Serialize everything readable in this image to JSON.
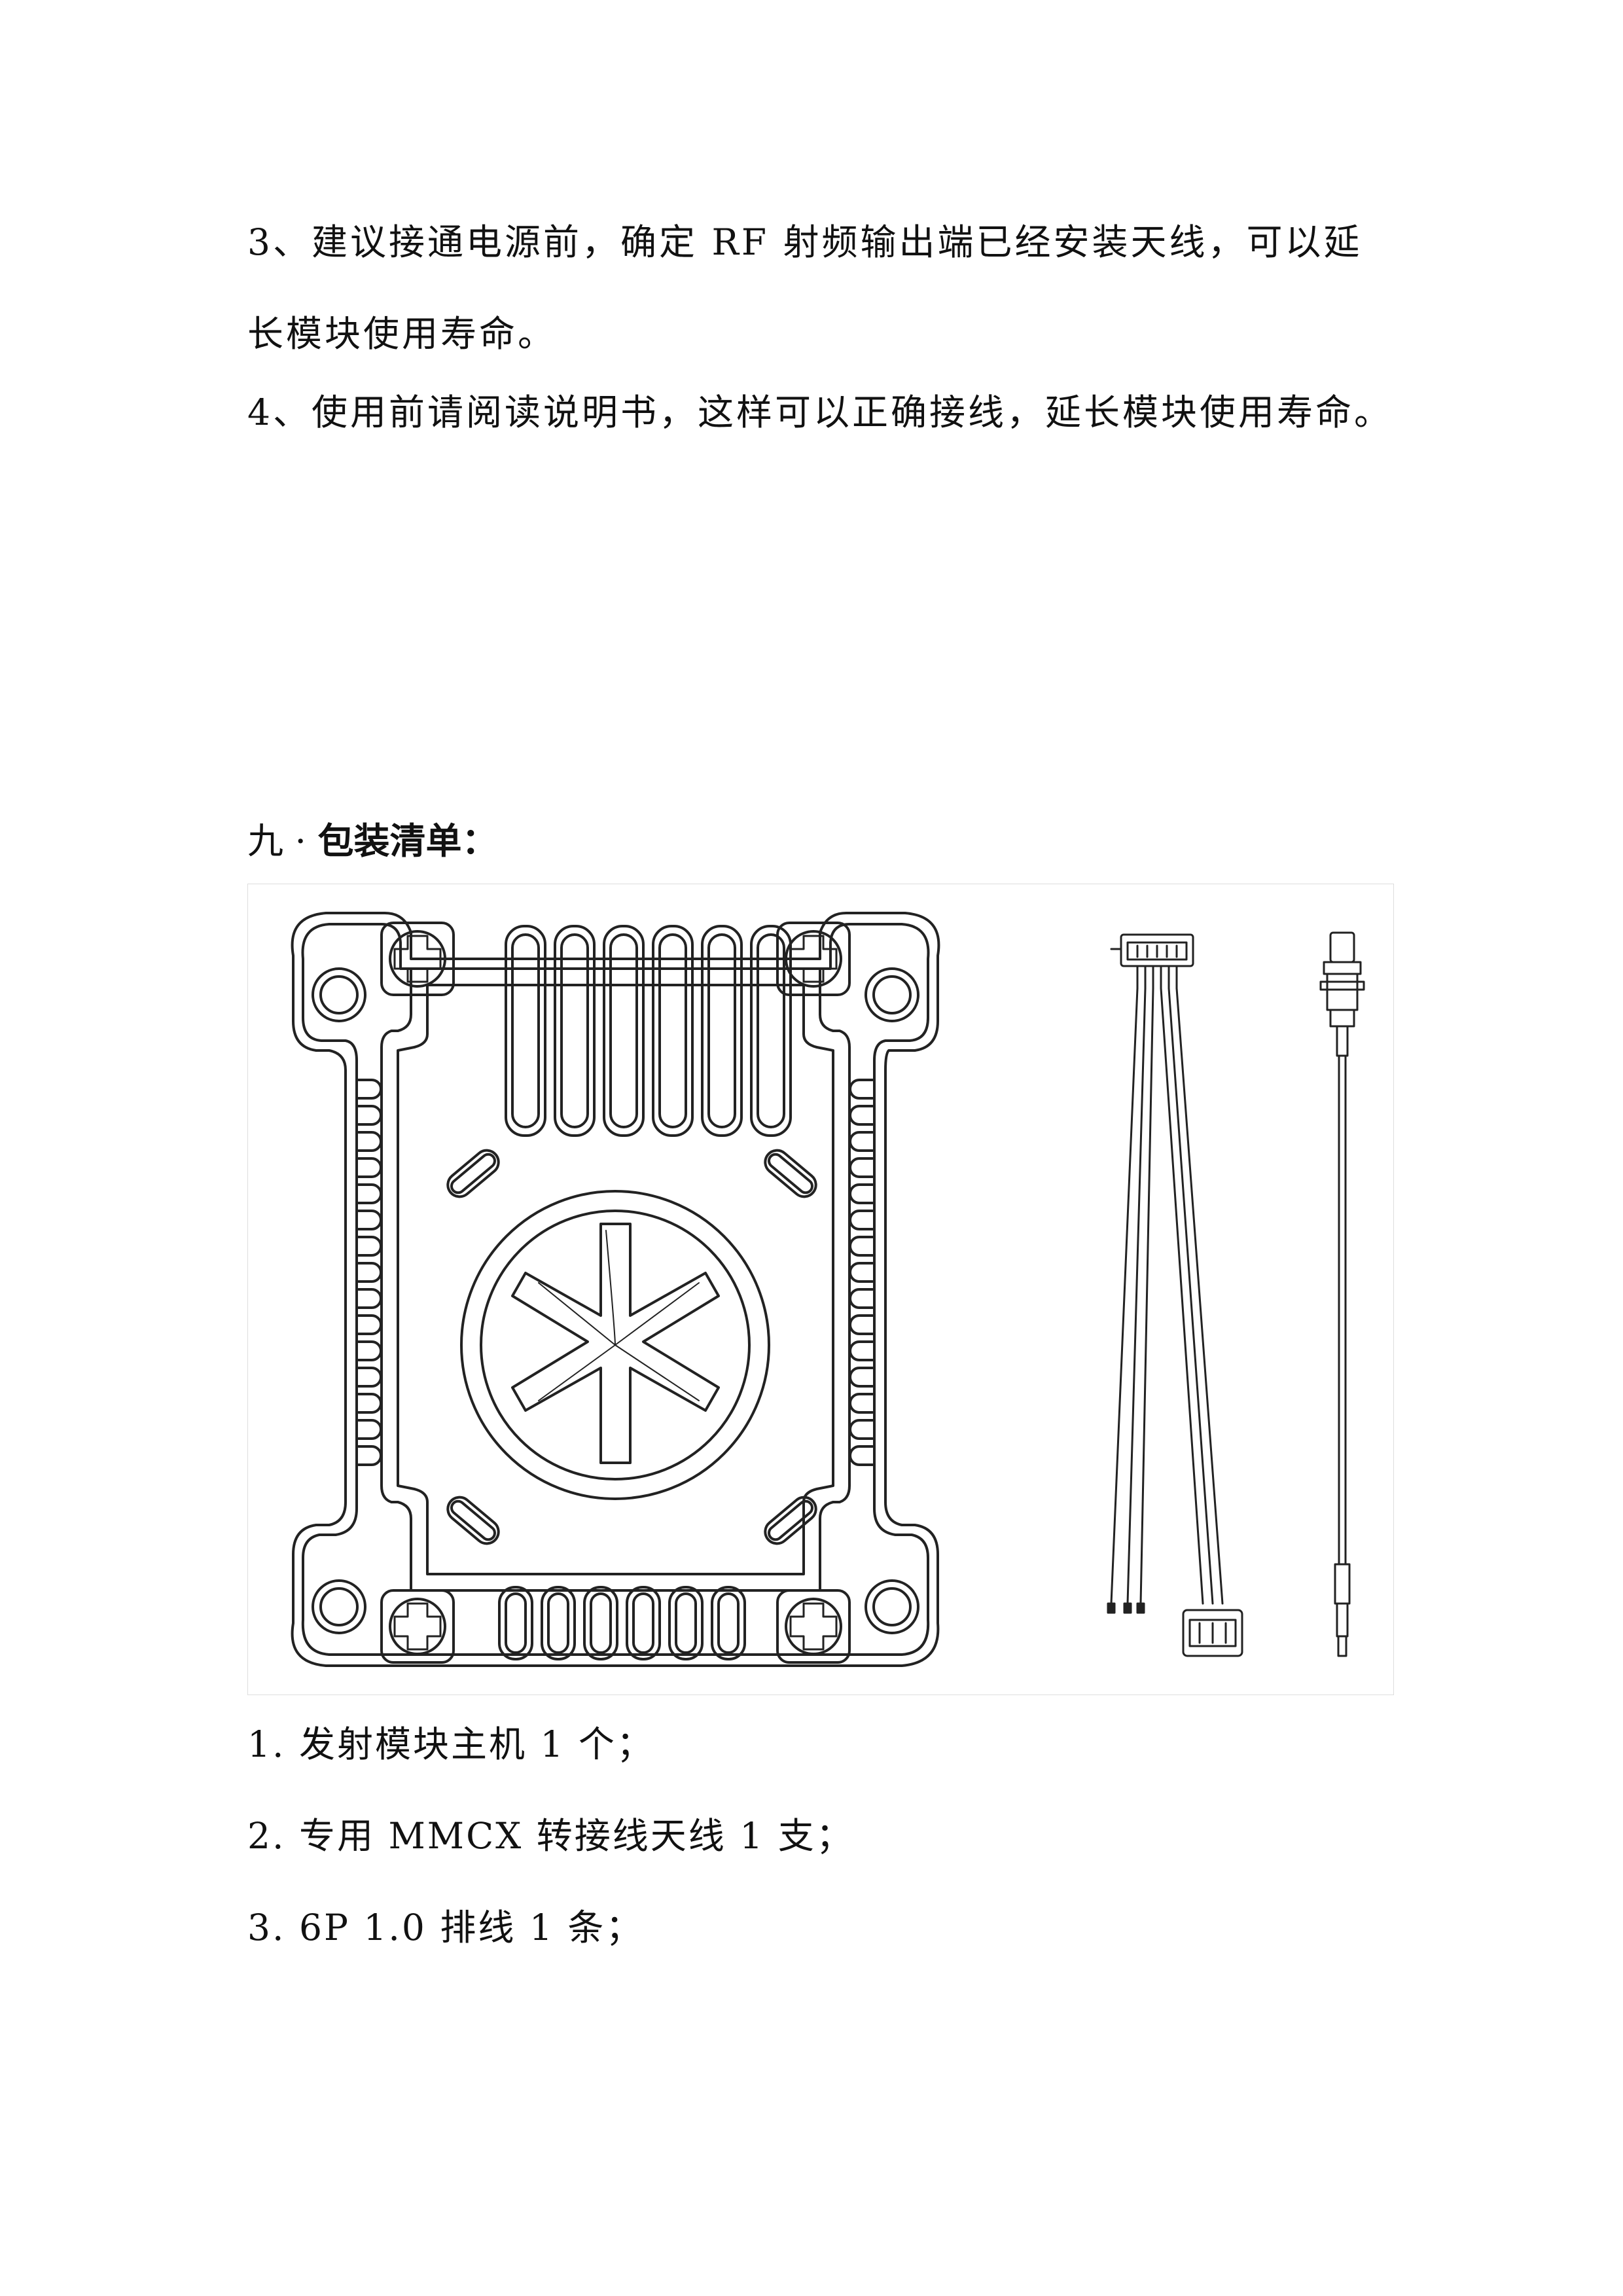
{
  "paragraphs": {
    "item3": "3、建议接通电源前，确定 RF 射频输出端已经安装天线，可以延长模块使用寿命。",
    "item4": "4、使用前请阅读说明书，这样可以正确接线，延长模块使用寿命。"
  },
  "section": {
    "number": "九 · ",
    "title": "包装清单："
  },
  "figure": {
    "items": [
      "transmitter-module",
      "6p-ribbon-cable",
      "mmcx-antenna-adapter"
    ]
  },
  "packing_list": [
    "1. 发射模块主机 1 个；",
    "2. 专用 MMCX 转接线天线 1 支；",
    "3. 6P  1.0 排线 1 条；"
  ]
}
